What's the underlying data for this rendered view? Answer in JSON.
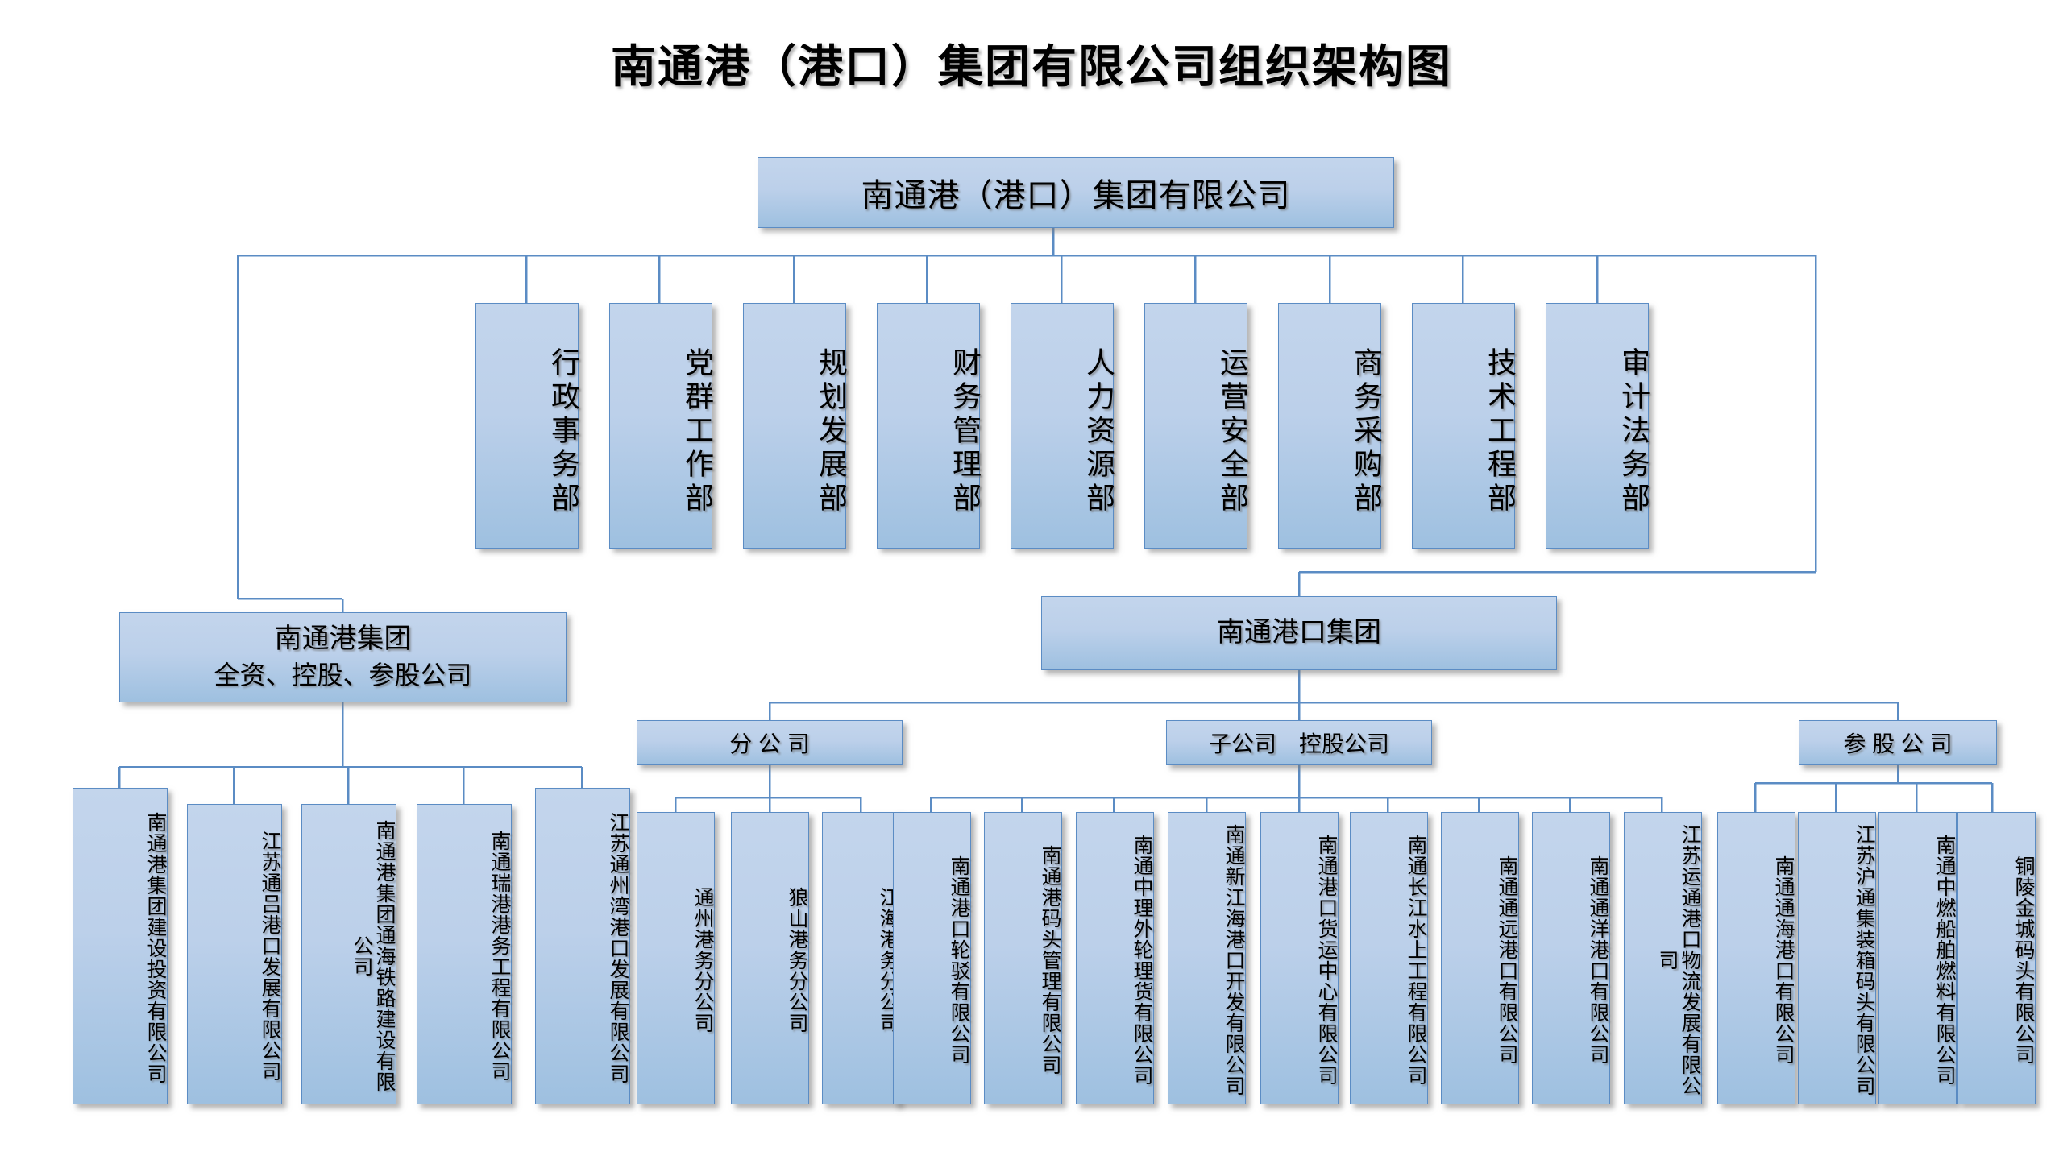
{
  "title": "南通港（港口）集团有限公司组织架构图",
  "colors": {
    "box_fill_top": "#c3d5ec",
    "box_fill_bottom": "#9ec0e0",
    "box_border": "#5b8cc4",
    "connector": "#5b8cc4",
    "text": "#000000",
    "background": "#ffffff"
  },
  "root": {
    "label": "南通港（港口）集团有限公司"
  },
  "departments": [
    {
      "label": "行政事务部"
    },
    {
      "label": "党群工作部"
    },
    {
      "label": "规划发展部"
    },
    {
      "label": "财务管理部"
    },
    {
      "label": "人力资源部"
    },
    {
      "label": "运营安全部"
    },
    {
      "label": "商务采购部"
    },
    {
      "label": "技术工程部"
    },
    {
      "label": "审计法务部"
    }
  ],
  "groups": {
    "left": {
      "line1": "南通港集团",
      "line2": "全资、控股、参股公司"
    },
    "right": {
      "line1": "南通港口集团"
    }
  },
  "categories": [
    {
      "label": "分 公 司"
    },
    {
      "label": "子公司　控股公司"
    },
    {
      "label": "参 股 公 司"
    }
  ],
  "left_subsidiaries": [
    {
      "label": "南通港集团建设投资有限公司"
    },
    {
      "label": "江苏通吕港口发展有限公司"
    },
    {
      "label": "南通港集团通海铁路建设有限公司"
    },
    {
      "label": "南通瑞港港务工程有限公司"
    },
    {
      "label": "江苏通州湾港口发展有限公司"
    }
  ],
  "branch_companies": [
    {
      "label": "通州港务分公司"
    },
    {
      "label": "狼山港务分公司"
    },
    {
      "label": "江海港务分公司"
    }
  ],
  "subsidiary_companies": [
    {
      "label": "南通港口轮驳有限公司"
    },
    {
      "label": "南通港码头管理有限公司"
    },
    {
      "label": "南通中理外轮理货有限公司"
    },
    {
      "label": "南通新江海港口开发有限公司"
    },
    {
      "label": "南通港口货运中心有限公司"
    },
    {
      "label": "南通长江水上工程有限公司"
    },
    {
      "label": "南通通远港口有限公司"
    },
    {
      "label": "南通通洋港口有限公司"
    },
    {
      "label": "江苏运通港口物流发展有限公司"
    }
  ],
  "equity_companies": [
    {
      "label": "南通通海港口有限公司"
    },
    {
      "label": "江苏沪通集装箱码头有限公司"
    },
    {
      "label": "南通中燃船舶燃料有限公司"
    },
    {
      "label": "铜陵金城码头有限公司"
    }
  ]
}
